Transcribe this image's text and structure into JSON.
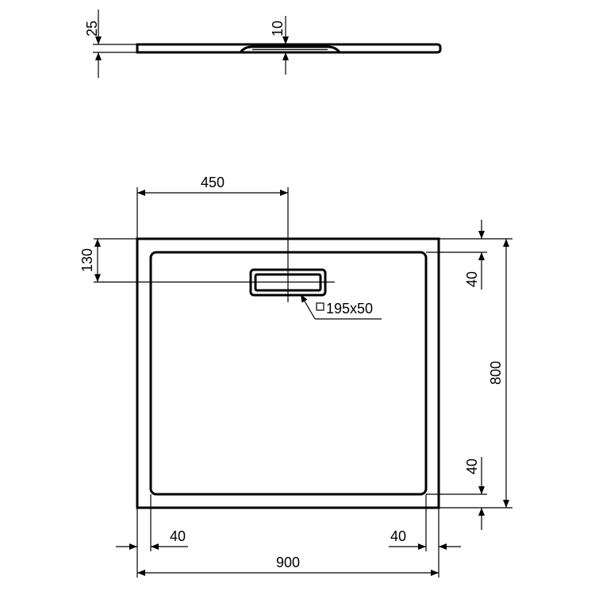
{
  "drawing": {
    "subject": "shower tray technical drawing",
    "units": "mm",
    "colors": {
      "line": "#000000",
      "background": "#ffffff"
    }
  },
  "side_view": {
    "dimensions": {
      "thickness": "25",
      "drain_depth": "10"
    }
  },
  "plan_view": {
    "dimensions": {
      "width": "900",
      "length": "800",
      "drain_offset_x": "450",
      "drain_offset_y": "130",
      "rim_left": "40",
      "rim_right": "40",
      "rim_top": "40",
      "rim_bottom": "40"
    },
    "drain": {
      "symbol": "square-symbol",
      "size_label": "195x50"
    }
  }
}
